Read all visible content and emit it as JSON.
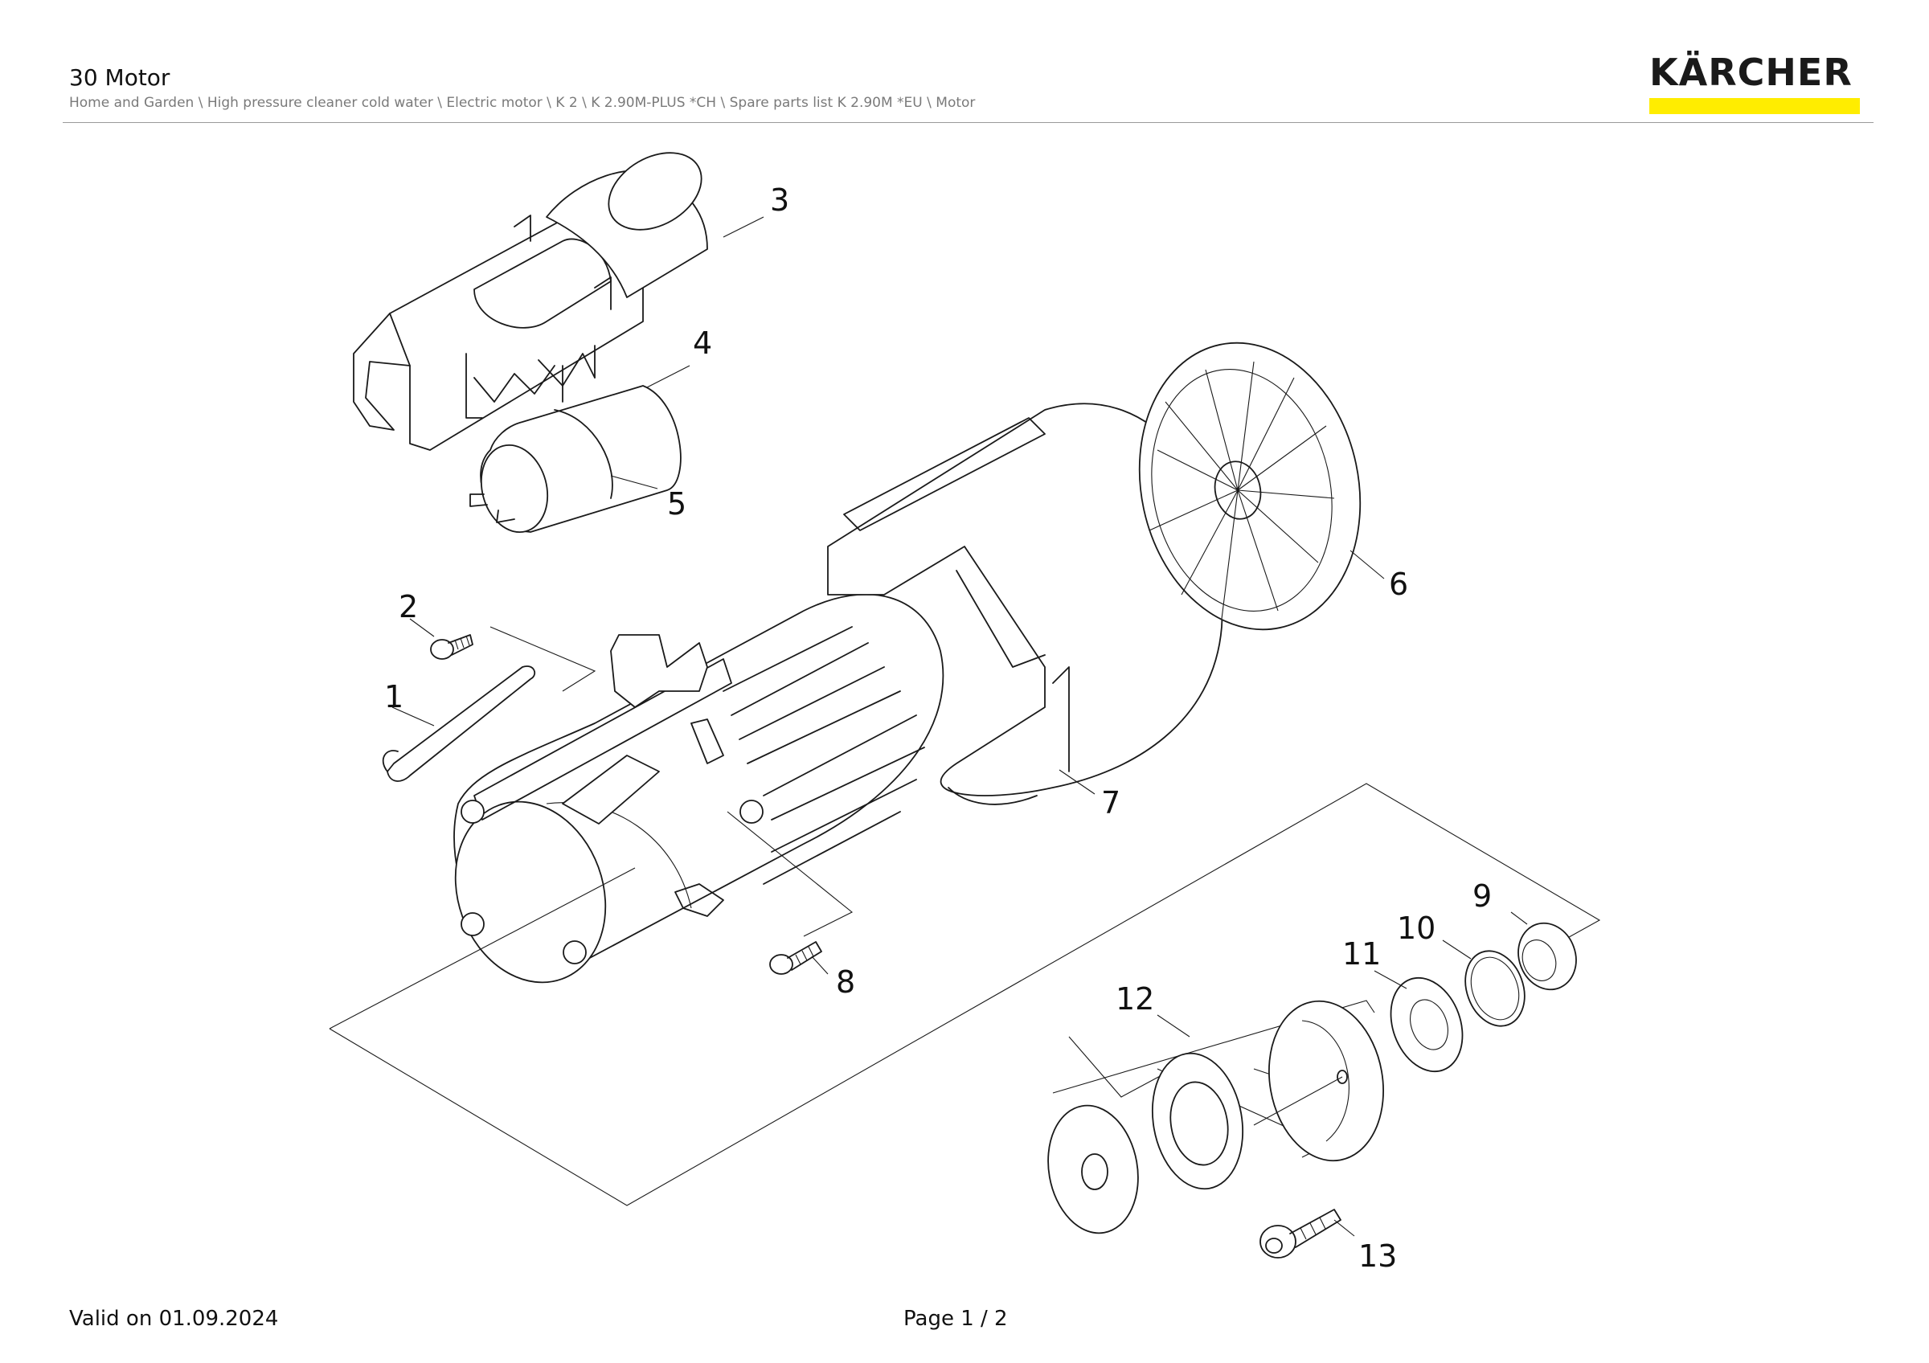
{
  "header": {
    "title": "30 Motor",
    "breadcrumb": "Home and Garden \\ High pressure cleaner cold water \\ Electric motor \\ K 2 \\ K 2.90M-PLUS *CH \\ Spare parts list K 2.90M *EU \\ Motor"
  },
  "logo": {
    "text": "KÄRCHER",
    "bar_color": "#ffed00"
  },
  "diagram": {
    "callouts": [
      "1",
      "2",
      "3",
      "4",
      "5",
      "6",
      "7",
      "8",
      "9",
      "10",
      "11",
      "12",
      "13"
    ]
  },
  "footer": {
    "valid": "Valid on 01.09.2024",
    "page": "Page 1 / 2"
  }
}
